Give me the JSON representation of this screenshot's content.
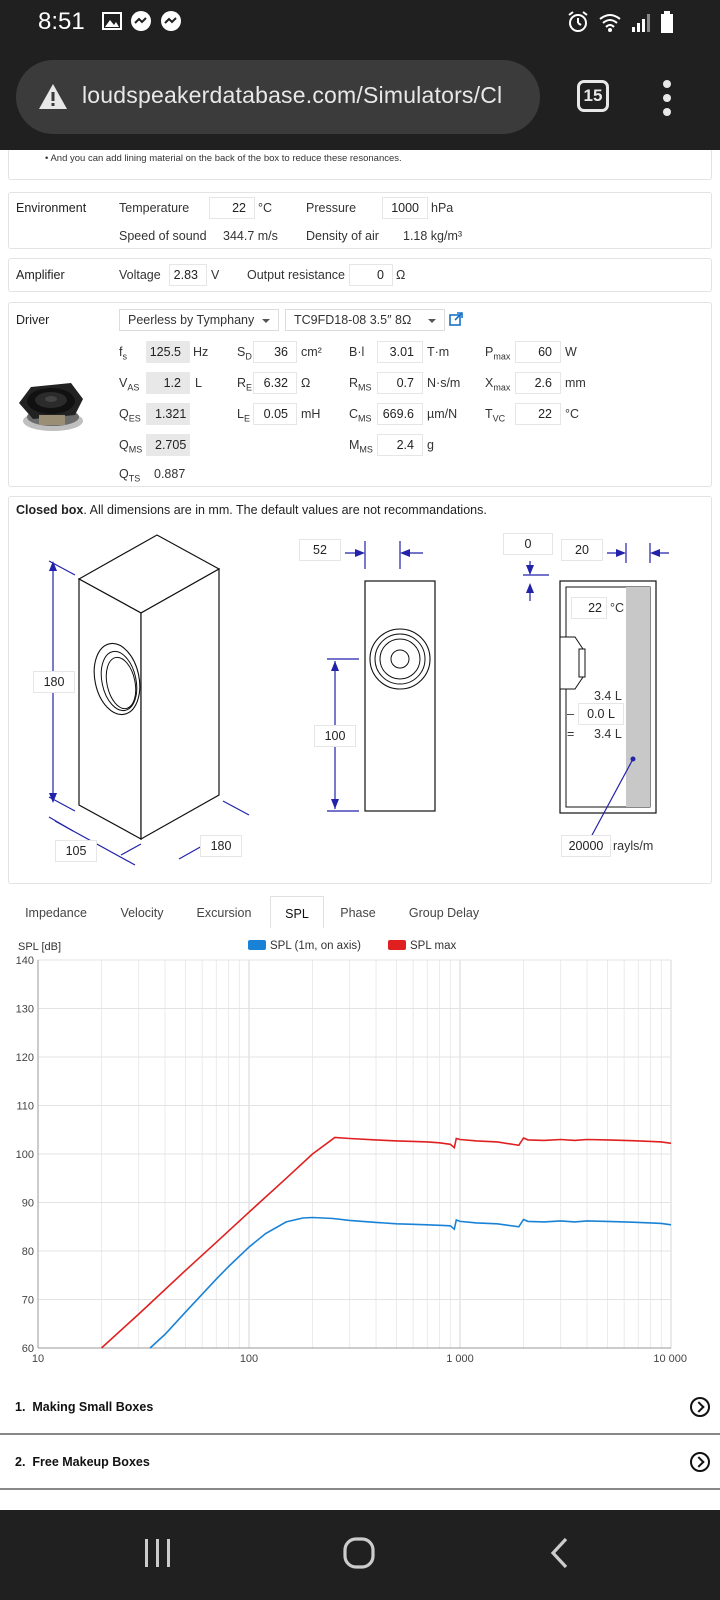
{
  "status": {
    "time": "8:51"
  },
  "browser": {
    "url": "loudspeakerdatabase.com/Simulators/Cl",
    "tab_count": "15"
  },
  "top_note": "And you can add lining material on the back of the box to reduce these resonances.",
  "environment": {
    "heading": "Environment",
    "temperature_label": "Temperature",
    "temperature_value": "22",
    "temperature_unit": "°C",
    "pressure_label": "Pressure",
    "pressure_value": "1000",
    "pressure_unit": "hPa",
    "sos_label": "Speed of sound",
    "sos_value": "344.7 m/s",
    "density_label": "Density of air",
    "density_value": "1.18 kg/m³"
  },
  "amplifier": {
    "heading": "Amplifier",
    "voltage_label": "Voltage",
    "voltage_value": "2.83",
    "voltage_unit": "V",
    "res_label": "Output resistance",
    "res_value": "0",
    "res_unit": "Ω"
  },
  "driver": {
    "heading": "Driver",
    "brand": "Peerless by Tymphany",
    "model": "TC9FD18-08  3.5″ 8Ω",
    "params": {
      "fs_label": "f",
      "fs_sub": "s",
      "fs_value": "125.5",
      "fs_unit": "Hz",
      "vas_label": "V",
      "vas_sub": "AS",
      "vas_value": "1.2",
      "vas_unit": "L",
      "qes_label": "Q",
      "qes_sub": "ES",
      "qes_value": "1.321",
      "qms_label": "Q",
      "qms_sub": "MS",
      "qms_value": "2.705",
      "qts_label": "Q",
      "qts_sub": "TS",
      "qts_value": "0.887",
      "sd_label": "S",
      "sd_sub": "D",
      "sd_value": "36",
      "sd_unit": "cm²",
      "re_label": "R",
      "re_sub": "E",
      "re_value": "6.32",
      "re_unit": "Ω",
      "le_label": "L",
      "le_sub": "E",
      "le_value": "0.05",
      "le_unit": "mH",
      "bl_label": "B·l",
      "bl_value": "3.01",
      "bl_unit": "T·m",
      "rms_label": "R",
      "rms_sub": "MS",
      "rms_value": "0.7",
      "rms_unit": "N·s/m",
      "cms_label": "C",
      "cms_sub": "MS",
      "cms_value": "669.6",
      "cms_unit": "µm/N",
      "mms_label": "M",
      "mms_sub": "MS",
      "mms_value": "2.4",
      "mms_unit": "g",
      "pmax_label": "P",
      "pmax_sub": "max",
      "pmax_value": "60",
      "pmax_unit": "W",
      "xmax_label": "X",
      "xmax_sub": "max",
      "xmax_value": "2.6",
      "xmax_unit": "mm",
      "tvc_label": "T",
      "tvc_sub": "VC",
      "tvc_value": "22",
      "tvc_unit": "°C"
    }
  },
  "closed_box": {
    "title_bold": "Closed box",
    "title_rest": ". All dimensions are in mm. The default values are not recommandations.",
    "height": "180",
    "width": "105",
    "depth": "180",
    "front_offset": "52",
    "driver_height": "100",
    "side_top": "0",
    "lining": "20",
    "inner_temp": "22",
    "inner_temp_unit": "°C",
    "vol_gross": "3.4 L",
    "vol_minus": "0.0 L",
    "vol_net": "3.4 L",
    "vol_minus_sign": "–",
    "vol_eq_sign": "=",
    "flow_res": "20000",
    "flow_res_unit": "rayls/m"
  },
  "tabs": [
    "Impedance",
    "Velocity",
    "Excursion",
    "SPL",
    "Phase",
    "Group Delay"
  ],
  "active_tab": "SPL",
  "chart_data": {
    "type": "line",
    "ylabel": "SPL [dB]",
    "xscale": "log",
    "xlim": [
      10,
      10000
    ],
    "ylim": [
      60,
      140
    ],
    "xticks": [
      "10",
      "100",
      "1 000",
      "10 000"
    ],
    "yticks": [
      "60",
      "70",
      "80",
      "90",
      "100",
      "110",
      "120",
      "130",
      "140"
    ],
    "grid": true,
    "legend_position": "top-center",
    "series": [
      {
        "name": "SPL (1m, on axis)",
        "color": "#1a82d6",
        "x": [
          34,
          40,
          50,
          60,
          70,
          80,
          100,
          120,
          150,
          180,
          200,
          250,
          300,
          400,
          500,
          600,
          700,
          800,
          900,
          940,
          960,
          1000,
          1200,
          1500,
          1900,
          2000,
          2100,
          2500,
          3000,
          3500,
          4000,
          5000,
          6000,
          7000,
          8000,
          9000,
          10000
        ],
        "y": [
          60,
          62.8,
          67.4,
          71.1,
          74.2,
          76.8,
          80.8,
          83.6,
          86.0,
          86.8,
          86.9,
          86.7,
          86.3,
          85.9,
          85.6,
          85.5,
          85.4,
          85.3,
          85.2,
          84.5,
          86.4,
          86.1,
          85.8,
          85.6,
          85.0,
          86.5,
          86.1,
          86.0,
          86.2,
          86.0,
          86.2,
          86.1,
          86.0,
          85.9,
          85.8,
          85.7,
          85.4
        ]
      },
      {
        "name": "SPL max",
        "color": "#e02020",
        "x": [
          20,
          30,
          50,
          70,
          100,
          150,
          200,
          255,
          300,
          400,
          500,
          600,
          700,
          800,
          900,
          940,
          960,
          1000,
          1200,
          1500,
          1900,
          2000,
          2100,
          2500,
          3000,
          3500,
          4000,
          5000,
          6000,
          7000,
          8000,
          9000,
          10000
        ],
        "y": [
          60,
          67,
          76,
          81.8,
          88,
          95,
          100,
          103.4,
          103.2,
          102.9,
          102.7,
          102.6,
          102.5,
          102.3,
          102.0,
          101.3,
          103.2,
          103.0,
          102.7,
          102.5,
          101.8,
          103.3,
          102.9,
          102.8,
          103.0,
          102.8,
          103.0,
          102.9,
          102.8,
          102.7,
          102.6,
          102.5,
          102.2
        ]
      }
    ]
  },
  "accordion": [
    {
      "num": "1.",
      "title": "Making Small Boxes"
    },
    {
      "num": "2.",
      "title": "Free Makeup Boxes"
    }
  ]
}
